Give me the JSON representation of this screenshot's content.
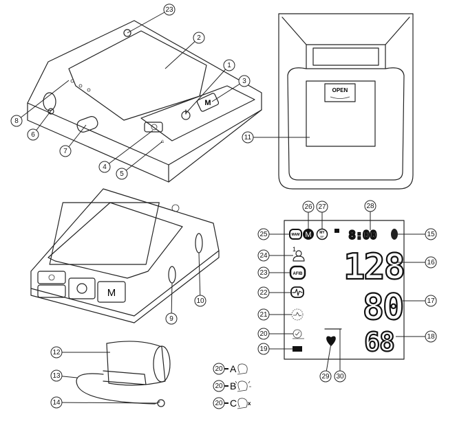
{
  "callouts": {
    "top_device": [
      "23",
      "2",
      "1",
      "3",
      "8",
      "6",
      "7",
      "4",
      "5"
    ],
    "cuff_storage": [
      "11"
    ],
    "side_device": [
      "10",
      "9"
    ],
    "display": [
      "25",
      "26",
      "27",
      "28",
      "15",
      "24",
      "16",
      "23",
      "17",
      "22",
      "21",
      "20",
      "18",
      "19",
      "29",
      "30"
    ],
    "cuff": [
      "12",
      "13",
      "14"
    ]
  },
  "storage": {
    "open_label": "OPEN"
  },
  "lcd": {
    "time": "8:00",
    "systolic": "128",
    "diastolic": "80",
    "pulse": "68",
    "user_number": "1",
    "mam_label": "MAM",
    "memory_label": "M",
    "mybp_label_top": "MY",
    "mybp_label_bottom": "BP",
    "afib_label": "AFIB"
  },
  "cuff_fit_legend": [
    {
      "number": "20",
      "letter": "A"
    },
    {
      "number": "20",
      "letter": "B"
    },
    {
      "number": "20",
      "letter": "C",
      "mark": "x"
    }
  ]
}
